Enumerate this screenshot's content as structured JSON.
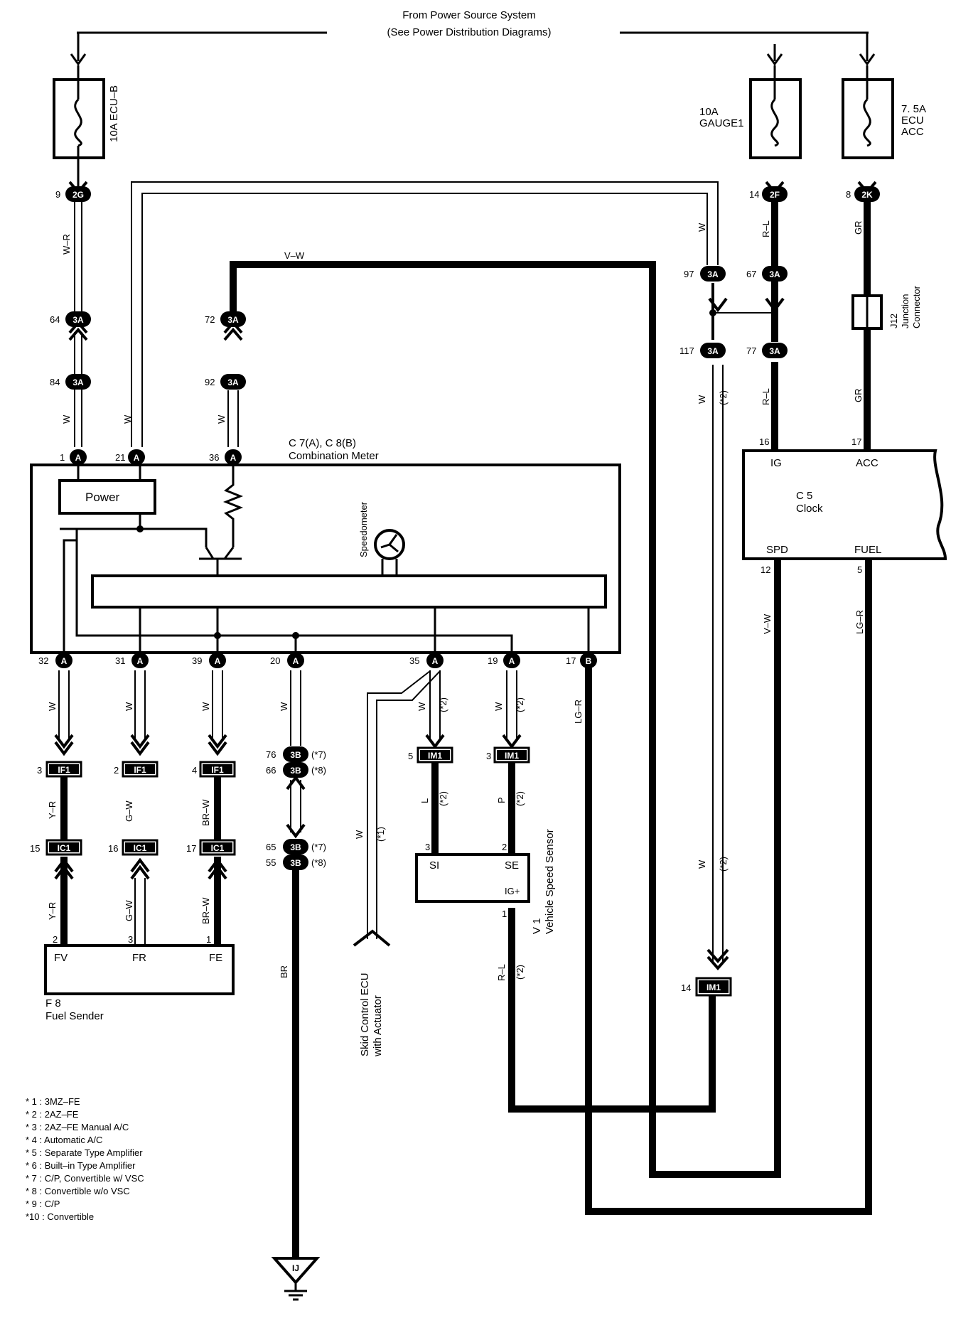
{
  "header": {
    "line1": "From Power Source System",
    "line2": "(See Power Distribution Diagrams)"
  },
  "fuses": {
    "ecu_b": "10A ECU–B",
    "gauge_l1": "10A",
    "gauge_l2": "GAUGE1",
    "ecu_acc_l1": "7. 5A",
    "ecu_acc_l2": "ECU",
    "ecu_acc_l3": "ACC"
  },
  "connectors": {
    "c2g": "2G",
    "c2f": "2F",
    "c2k": "2K",
    "c3a": "3A",
    "c3b": "3B",
    "a": "A",
    "b": "B",
    "if1": "IF1",
    "ic1": "IC1",
    "im1": "IM1",
    "ij": "IJ"
  },
  "pins": {
    "p9": "9",
    "p14": "14",
    "p8": "8",
    "p64": "64",
    "p84": "84",
    "p72": "72",
    "p92": "92",
    "p97": "97",
    "p67": "67",
    "p117": "117",
    "p77": "77",
    "p1": "1",
    "p21": "21",
    "p36": "36",
    "p16": "16",
    "p17a": "17",
    "p12": "12",
    "p5": "5",
    "p32": "32",
    "p31": "31",
    "p39": "39",
    "p20": "20",
    "p35": "35",
    "p19": "19",
    "p17b": "17",
    "p76": "76",
    "p66": "66",
    "p65": "65",
    "p55": "55",
    "if1_3": "3",
    "if1_2": "2",
    "if1_4": "4",
    "ic1_15": "15",
    "ic1_16": "16",
    "ic1_17": "17",
    "im1_5": "5",
    "im1_3": "3",
    "im1_14": "14",
    "vss_3": "3",
    "vss_2": "2",
    "vss_1": "1",
    "fs_2": "2",
    "fs_3": "3",
    "fs_1": "1"
  },
  "wires": {
    "w_r": "W–R",
    "v_w_top": "V–W",
    "w": "W",
    "r_l": "R–L",
    "gr": "GR",
    "v_w": "V–W",
    "lg_r": "LG–R",
    "lg_r2": "LG–R",
    "y_r": "Y–R",
    "g_w": "G–W",
    "br_w": "BR–W",
    "l": "L",
    "p": "P",
    "br": "BR"
  },
  "notes": {
    "n1": "(*1)",
    "n2": "(*2)",
    "n7": "(*7)",
    "n8": "(*8)"
  },
  "components": {
    "meter_l1": "C 7(A), C 8(B)",
    "meter_l2": "Combination Meter",
    "power": "Power",
    "speedometer": "Speedometer",
    "clock_l1": "C 5",
    "clock_l2": "Clock",
    "clock_ig": "IG",
    "clock_acc": "ACC",
    "clock_spd": "SPD",
    "clock_fuel": "FUEL",
    "j12_l1": "J12",
    "j12_l2": "Junction",
    "j12_l3": "Connector",
    "vss_l1": "V 1",
    "vss_l2": "Vehicle Speed Sensor",
    "vss_si": "SI",
    "vss_se": "SE",
    "vss_ig": "IG+",
    "fs_l1": "F 8",
    "fs_l2": "Fuel Sender",
    "fs_fv": "FV",
    "fs_fr": "FR",
    "fs_fe": "FE",
    "skid_l1": "Skid Control ECU",
    "skid_l2": "with Actuator"
  },
  "legend": [
    "* 1 : 3MZ–FE",
    "* 2 : 2AZ–FE",
    "* 3 : 2AZ–FE Manual A/C",
    "* 4 : Automatic A/C",
    "* 5 : Separate Type Amplifier",
    "* 6 : Built–in Type Amplifier",
    "* 7 : C/P,  Convertible w/ VSC",
    "* 8 : Convertible w/o VSC",
    "* 9 : C/P",
    "*10 : Convertible"
  ]
}
